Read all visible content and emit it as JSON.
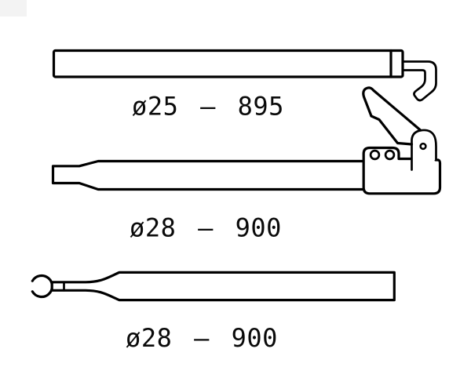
{
  "diagram": {
    "background_color": "#ffffff",
    "line_color": "#000000",
    "parts": [
      {
        "name": "upper tube with hook end",
        "label": "ø25 – 895",
        "diameter": "ø25",
        "length": "895"
      },
      {
        "name": "middle tube with clamp lever",
        "label": "ø28 – 900",
        "diameter": "ø28",
        "length": "900"
      },
      {
        "name": "lower tube with eyelet ring end",
        "label": "ø28 – 900",
        "diameter": "ø28",
        "length": "900"
      }
    ]
  }
}
